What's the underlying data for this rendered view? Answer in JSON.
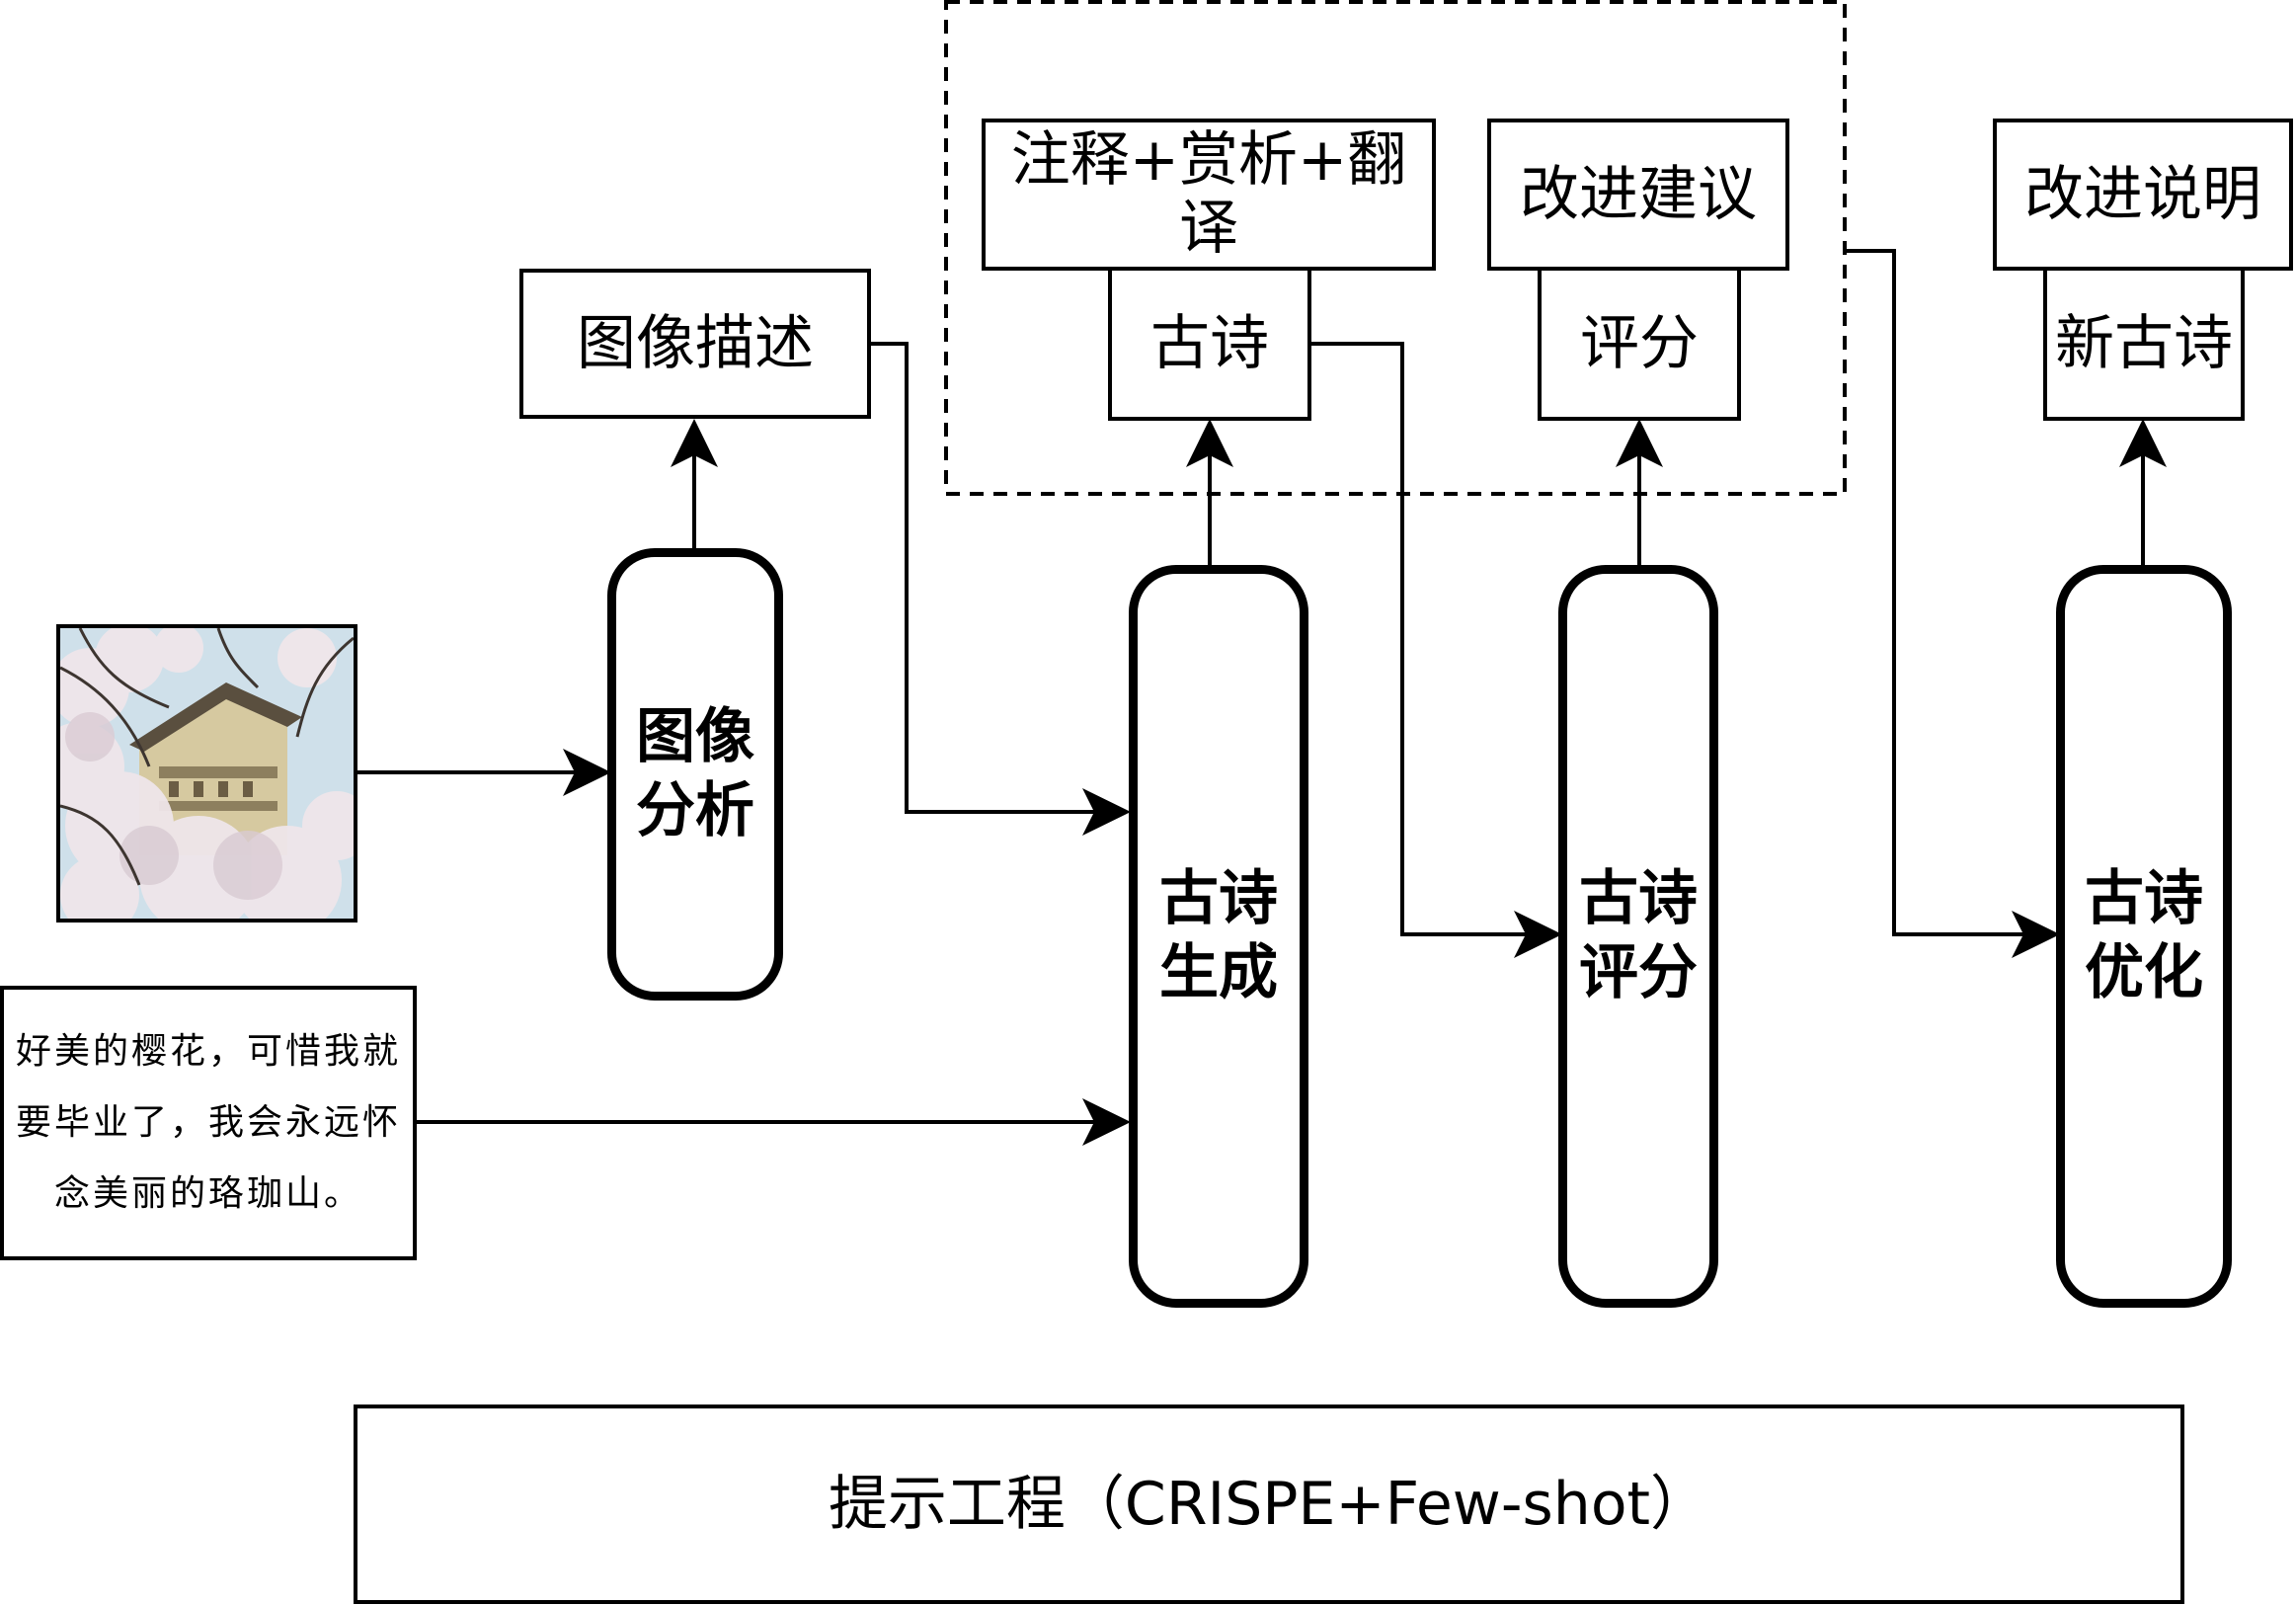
{
  "image_description_label": "图像描述",
  "image_analysis_module": "图像分析",
  "annotation_label": "注释+赏析+翻译",
  "poem_label": "古诗",
  "improvement_suggestions_label": "改进建议",
  "score_label": "评分",
  "improvement_notes_label": "改进说明",
  "new_poem_label": "新古诗",
  "poem_generation_module": "古诗生成",
  "poem_scoring_module": "古诗评分",
  "poem_optimization_module": "古诗优化",
  "input_text": "好美的樱花，可惜我就要毕业了，我会永远怀念美丽的珞珈山。",
  "prompt_engineering_label": "提示工程（CRISPE+Few-shot）",
  "photo": {
    "icon": "cherry-blossom-building-photo",
    "colors": {
      "sky": "#cfe0ea",
      "blossom": "#efe6ea",
      "building": "#d6c9a0"
    }
  }
}
